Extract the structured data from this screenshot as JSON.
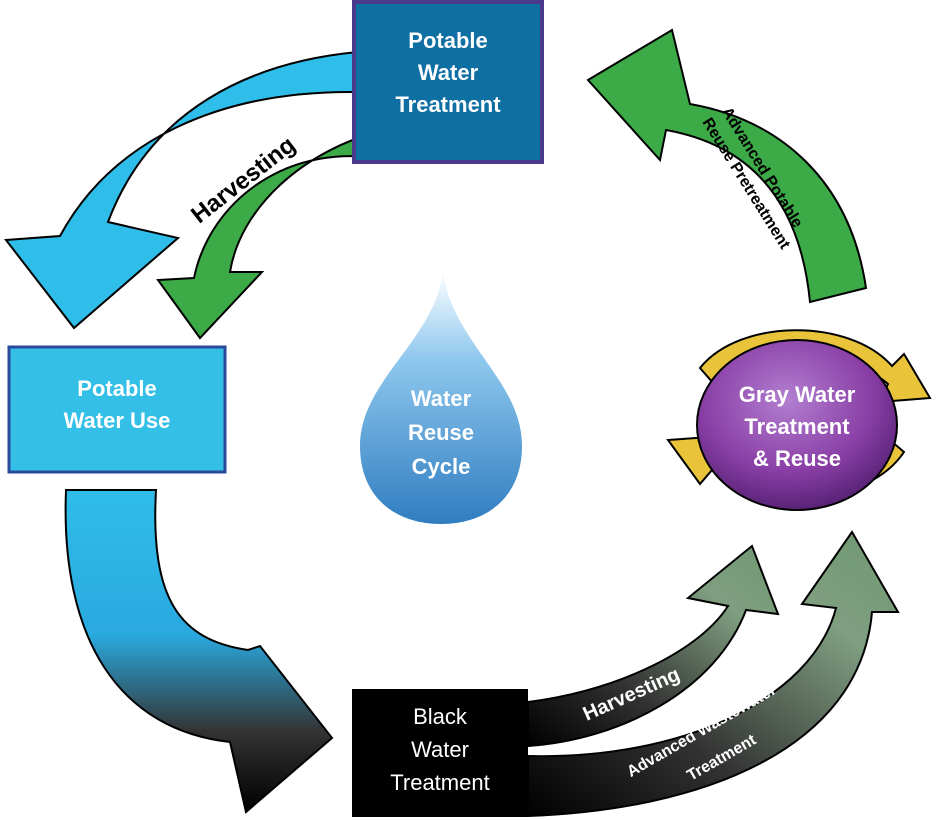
{
  "diagram": {
    "nodes": {
      "potable_treatment": [
        "Potable",
        "Water",
        "Treatment"
      ],
      "potable_use": [
        "Potable",
        "Water Use"
      ],
      "black_water": [
        "Black",
        "Water",
        "Treatment"
      ],
      "gray_water": [
        "Gray Water",
        "Treatment",
        "& Reuse"
      ],
      "center_drop": [
        "Water",
        "Reuse",
        "Cycle"
      ]
    },
    "arrows": {
      "harvesting_top": "Harvesting",
      "advanced_potable": [
        "Advanced Potable",
        "Reuse Pretreatment"
      ],
      "harvesting_bottom": "Harvesting",
      "advanced_wastewater": [
        "Advanced Wastewater",
        "Treatment"
      ]
    }
  },
  "colors": {
    "potable_treatment_fill": "#0e6fa3",
    "potable_treatment_border": "#4b3a8c",
    "potable_use_fill": "#34bfe6",
    "potable_use_border": "#2b4a9c",
    "black_box": "#000000",
    "blue_arrow": "#2fbde9",
    "green_arrow": "#3daa48",
    "sage_arrow": "#6f9870",
    "gray_water_fill": "#8a3fa6",
    "yellow_ring": "#e9c33a",
    "drop_blue": "#3a8fd0"
  }
}
